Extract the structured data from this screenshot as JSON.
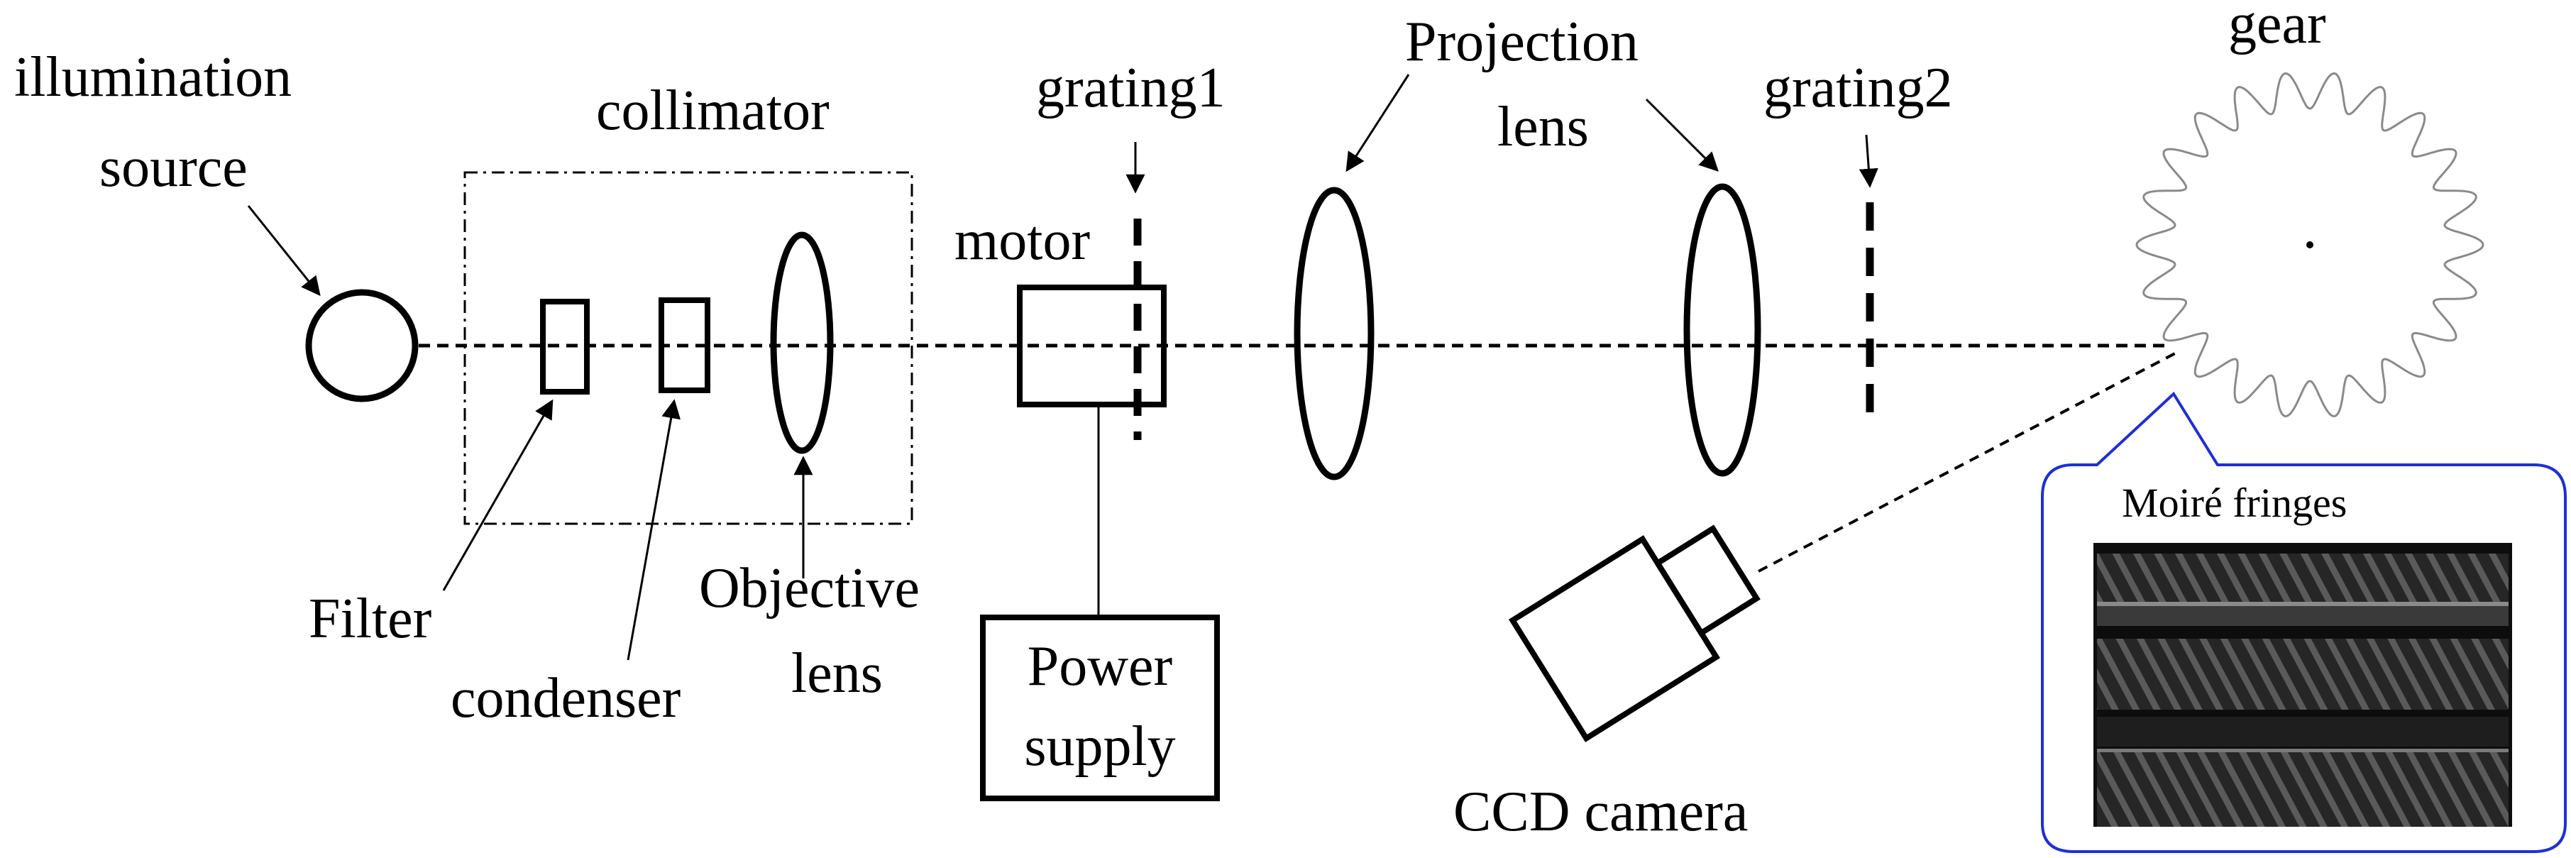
{
  "labels": {
    "illumination_line1": "illumination",
    "illumination_line2": "source",
    "collimator": "collimator",
    "filter": "Filter",
    "condenser": "condenser",
    "objective_line1": "Objective",
    "objective_line2": "lens",
    "motor": "motor",
    "grating1": "grating1",
    "power_line1": "Power",
    "power_line2": "supply",
    "projection_line1": "Projection",
    "projection_line2": "lens",
    "grating2": "grating2",
    "gear": "gear",
    "ccd_camera": "CCD camera",
    "moire_fringes": "Moiré fringes"
  },
  "colors": {
    "line": "#000000",
    "callout_border": "#1f2fd6",
    "gear_outline": "#8a8a8a",
    "fringe_dark": "#1c1c1c",
    "fringe_light": "#6e6e6e"
  }
}
